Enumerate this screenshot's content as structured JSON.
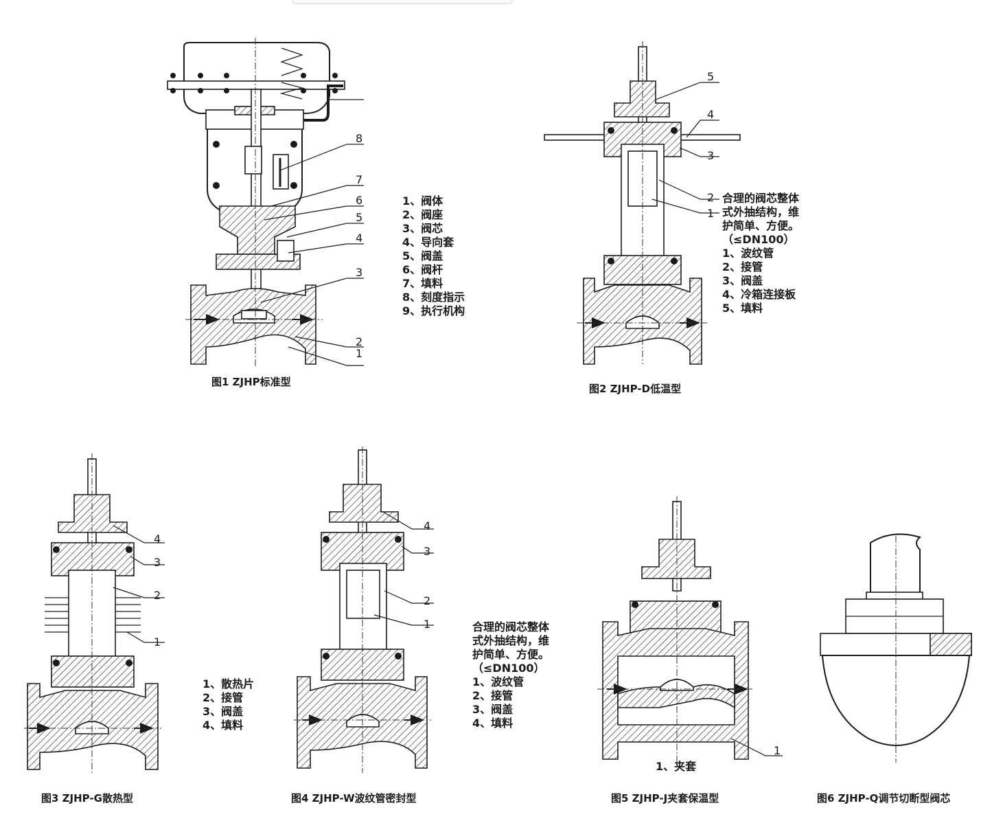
{
  "figures": [
    {
      "caption": "图1 ZJHP标准型",
      "callouts": [
        "1",
        "2",
        "3",
        "4",
        "5",
        "6",
        "7",
        "8"
      ],
      "legend": [
        "1、阀体",
        "2、阀座",
        "3、阀芯",
        "4、导向套",
        "5、阀盖",
        "6、阀杆",
        "7、填料",
        "8、刻度指示",
        "9、执行机构"
      ]
    },
    {
      "caption": "图2 ZJHP-D低温型",
      "callouts": [
        "1",
        "2",
        "3",
        "4",
        "5"
      ],
      "note": [
        "合理的阀芯整体",
        "式外抽结构，维",
        "护简单、方便。",
        "（≤DN100）"
      ],
      "legend": [
        "1、波纹管",
        "2、接管",
        "3、阀盖",
        "4、冷箱连接板",
        "5、填料"
      ]
    },
    {
      "caption": "图3 ZJHP-G散热型",
      "callouts": [
        "1",
        "2",
        "3",
        "4"
      ],
      "legend": [
        "1、散热片",
        "2、接管",
        "3、阀盖",
        "4、填料"
      ]
    },
    {
      "caption": "图4 ZJHP-W波纹管密封型",
      "callouts": [
        "1",
        "2",
        "3",
        "4"
      ],
      "note": [
        "合理的阀芯整体",
        "式外抽结构，维",
        "护简单、方便。",
        "（≤DN100）"
      ],
      "legend": [
        "1、波纹管",
        "2、接管",
        "3、阀盖",
        "4、填料"
      ]
    },
    {
      "caption": "图5 ZJHP-J夹套保温型",
      "callouts": [
        "1"
      ],
      "legend": [
        "1、夹套"
      ]
    },
    {
      "caption": "图6 ZJHP-Q调节切断型阀芯"
    }
  ],
  "colors": {
    "line": "#1a1a1a",
    "background": "#ffffff"
  }
}
